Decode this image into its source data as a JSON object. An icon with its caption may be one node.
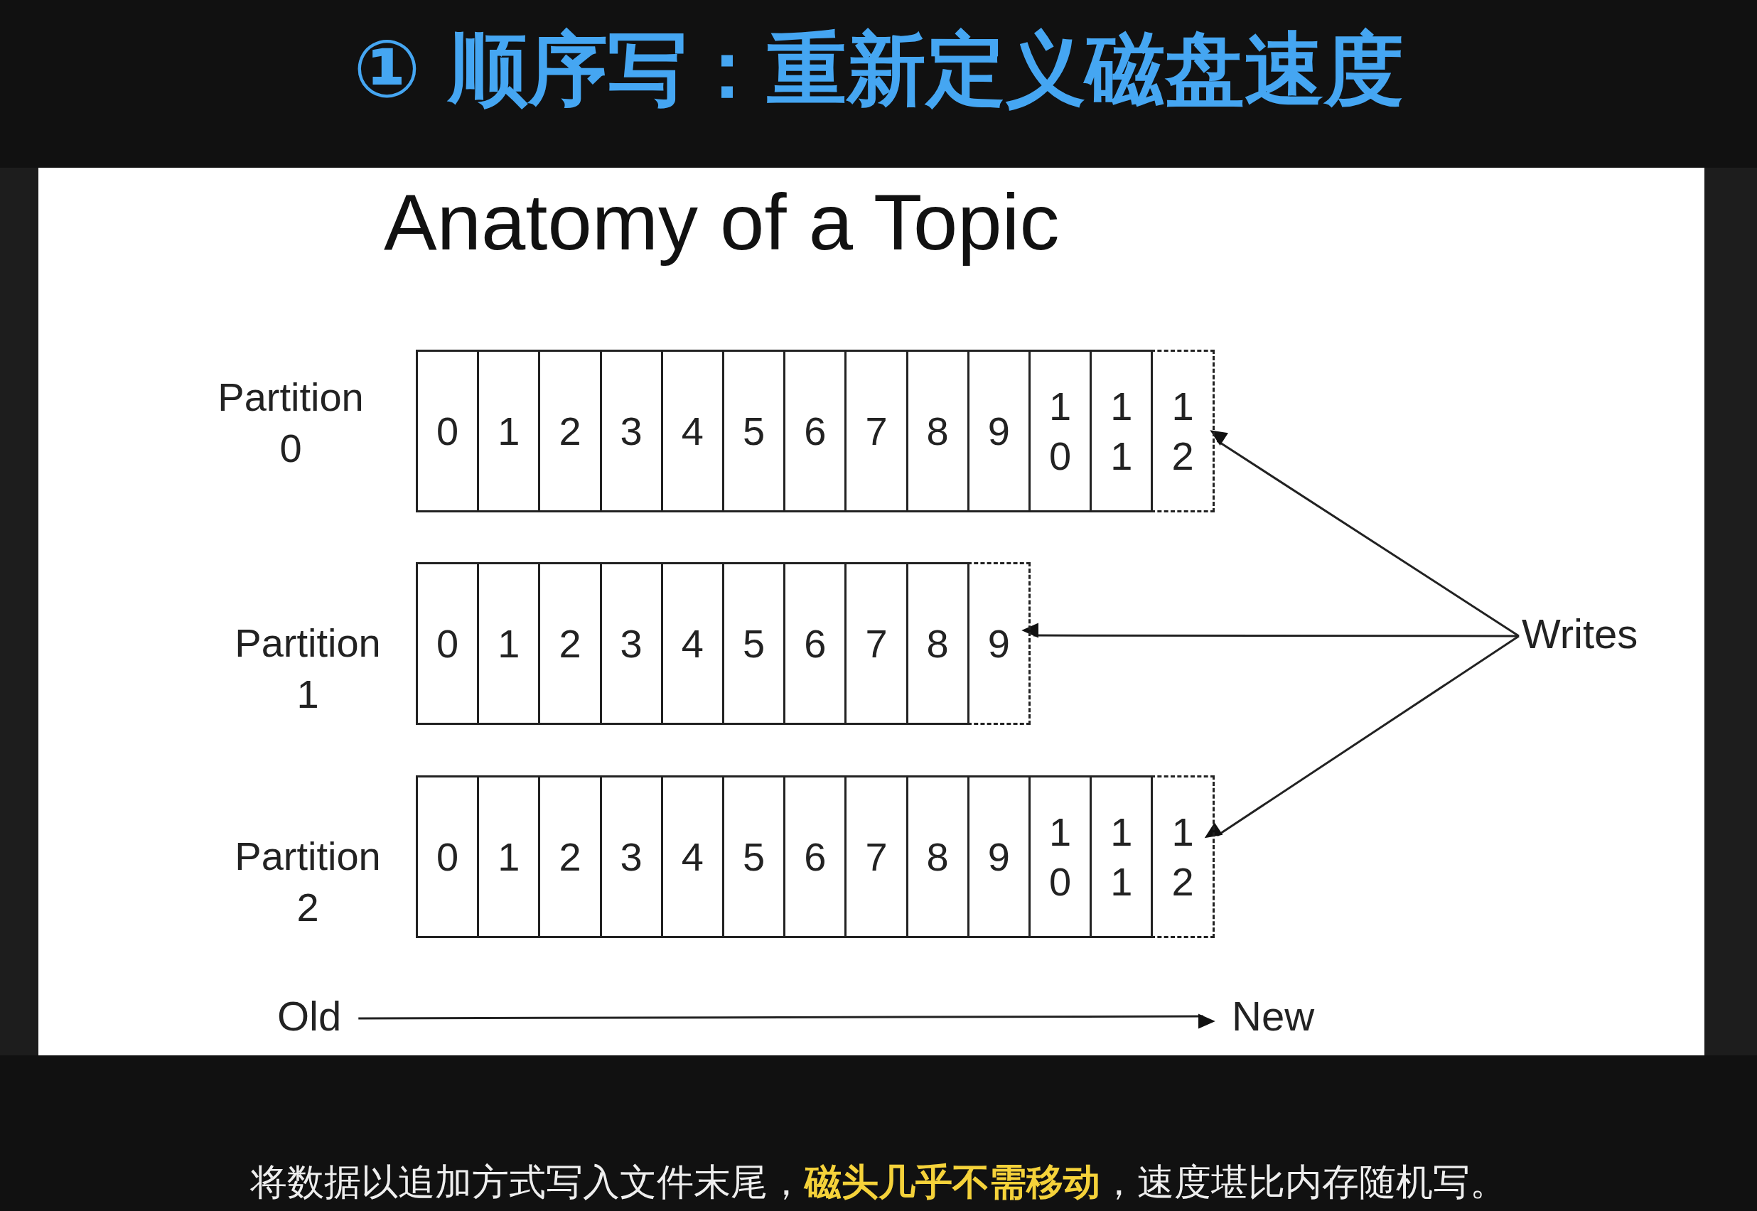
{
  "diagram": {
    "title": "① 顺序写：重新定义磁盘速度",
    "caption": "将数据以追加方式写入文件末尾，**磁头几乎不需移动**，速度堪比内存随机写。",
    "nodes": [
      {
        "text": [
          "Partition 0"
        ]
      },
      {
        "text": [
          "0"
        ],
        "in": 0
      },
      {
        "text": [
          "1"
        ],
        "in": 0
      },
      {
        "text": [
          "2"
        ],
        "in": 0
      },
      {
        "text": [
          "3"
        ],
        "in": 0
      },
      {
        "text": [
          "4"
        ],
        "in": 0
      },
      {
        "text": [
          "5"
        ],
        "in": 0
      },
      {
        "text": [
          "6"
        ],
        "in": 0
      },
      {
        "text": [
          "7"
        ],
        "in": 0
      },
      {
        "text": [
          "8"
        ],
        "in": 0
      },
      {
        "text": [
          "9"
        ],
        "in": 0
      },
      {
        "text": [
          "10"
        ],
        "in": 0
      },
      {
        "text": [
          "11"
        ],
        "in": 0
      },
      {
        "text": [
          "12"
        ],
        "in": 0
      },
      {
        "text": [
          "Partition 1"
        ]
      },
      {
        "text": [
          "0"
        ],
        "in": 14
      },
      {
        "text": [
          "1"
        ],
        "in": 14
      },
      {
        "text": [
          "2"
        ],
        "in": 14
      },
      {
        "text": [
          "3"
        ],
        "in": 14
      },
      {
        "text": [
          "4"
        ],
        "in": 14
      },
      {
        "text": [
          "5"
        ],
        "in": 14
      },
      {
        "text": [
          "6"
        ],
        "in": 14
      },
      {
        "text": [
          "7"
        ],
        "in": 14
      },
      {
        "text": [
          "8"
        ],
        "in": 14
      },
      {
        "text": [
          "9"
        ],
        "in": 14
      },
      {
        "text": [
          "Partition 2"
        ]
      },
      {
        "text": [
          "0"
        ],
        "in": 25
      },
      {
        "text": [
          "1"
        ],
        "in": 25
      },
      {
        "text": [
          "2"
        ],
        "in": 25
      },
      {
        "text": [
          "3"
        ],
        "in": 25
      },
      {
        "text": [
          "4"
        ],
        "in": 25
      },
      {
        "text": [
          "5"
        ],
        "in": 25
      },
      {
        "text": [
          "6"
        ],
        "in": 25
      },
      {
        "text": [
          "7"
        ],
        "in": 25
      },
      {
        "text": [
          "8"
        ],
        "in": 25
      },
      {
        "text": [
          "9"
        ],
        "in": 25
      },
      {
        "text": [
          "10"
        ],
        "in": 25
      },
      {
        "text": [
          "11"
        ],
        "in": 25
      },
      {
        "text": [
          "12"
        ],
        "in": 25
      },
      {
        "text": [
          "Writes"
        ]
      },
      {
        "text": [
          "Old"
        ]
      },
      {
        "text": [
          "New"
        ]
      }
    ],
    "edges": [
      {
        "from": 39,
        "to": 13,
        "arrow": "to"
      },
      {
        "from": 39,
        "to": 24,
        "arrow": "to"
      },
      {
        "from": 39,
        "to": 38,
        "arrow": "to"
      },
      {
        "from": 40,
        "to": 41,
        "arrow": "to"
      }
    ],
    "labels": [
      "Anatomy of a Topic"
    ]
  }
}
